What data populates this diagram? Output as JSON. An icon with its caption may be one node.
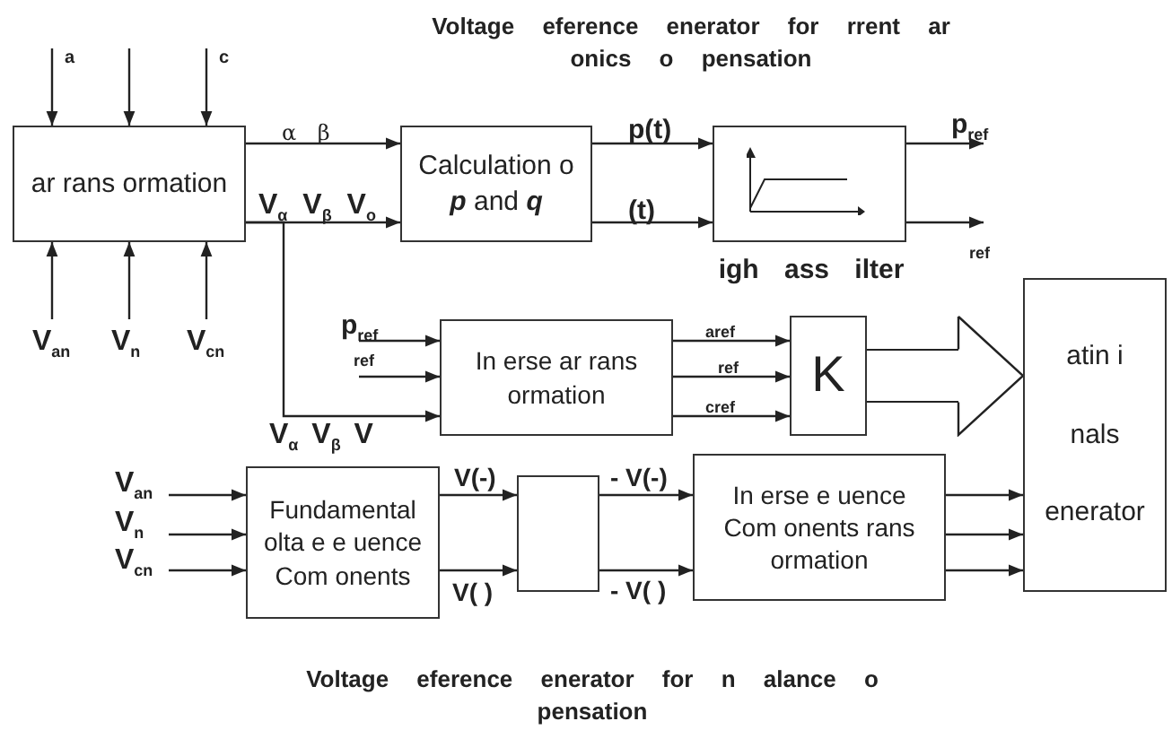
{
  "diagram": {
    "title": "Voltage eference enerator for rrent ar onics o pensation",
    "caption": "Voltage eference enerator for n alance o pensation",
    "nodes": [
      {
        "text": [
          "ar rans ormation"
        ]
      },
      {
        "text": [
          "Calculation o *p* and *q*"
        ]
      },
      {
        "text": [
          "igh ass ilter"
        ]
      },
      {
        "text": [
          "In erse ar rans ormation"
        ]
      },
      {
        "text": [
          "K"
        ]
      },
      {
        "text": [
          "atin i nals enerator"
        ]
      },
      {
        "text": [
          "Fundamental olta e e uence Com onents"
        ]
      },
      {
        "text": [],
        "shape": "box"
      },
      {
        "text": [
          "In erse e uence Com onents rans ormation"
        ]
      }
    ],
    "edges": [
      {
        "from": null,
        "to": 0,
        "arrow": "to",
        "label": "a"
      },
      {
        "from": null,
        "to": 0,
        "arrow": "to"
      },
      {
        "from": null,
        "to": 0,
        "arrow": "to",
        "label": "c"
      },
      {
        "from": null,
        "to": 0,
        "arrow": "to",
        "label": "V$_{an}$"
      },
      {
        "from": null,
        "to": 0,
        "arrow": "to",
        "label": "V$_{n}$"
      },
      {
        "from": null,
        "to": 0,
        "arrow": "to",
        "label": "V$_{cn}$"
      },
      {
        "from": 0,
        "to": 1,
        "arrow": "to",
        "label": "α β"
      },
      {
        "from": 0,
        "to": 1,
        "arrow": "to",
        "label": "V$_{α}$ V$_{β}$ V$_{o}$"
      },
      {
        "from": 1,
        "to": 2,
        "arrow": "to",
        "label": "p(t)"
      },
      {
        "from": 1,
        "to": 2,
        "arrow": "to",
        "label": "(t)"
      },
      {
        "from": 2,
        "to": null,
        "arrow": "to",
        "label": "p$_{ref}$"
      },
      {
        "from": 2,
        "to": null,
        "arrow": "to",
        "label": "ref"
      },
      {
        "from": null,
        "to": 3,
        "arrow": "to",
        "label": "p$_{ref}$"
      },
      {
        "from": null,
        "to": 3,
        "arrow": "to",
        "label": "ref"
      },
      {
        "from": 0,
        "to": 3,
        "arrow": "to"
      },
      {
        "from": 3,
        "to": 4,
        "arrow": "to",
        "label": "aref"
      },
      {
        "from": 3,
        "to": 4,
        "arrow": "to",
        "label": "ref"
      },
      {
        "from": 3,
        "to": 4,
        "arrow": "to",
        "label": "cref"
      },
      {
        "from": 4,
        "to": 5,
        "arrow": "to",
        "style": "thick"
      },
      {
        "from": null,
        "to": 6,
        "arrow": "to",
        "label": "V$_{an}$"
      },
      {
        "from": null,
        "to": 6,
        "arrow": "to",
        "label": "V$_{n}$"
      },
      {
        "from": null,
        "to": 6,
        "arrow": "to",
        "label": "V$_{cn}$"
      },
      {
        "from": 6,
        "to": 7,
        "arrow": "to",
        "label": "V(-)"
      },
      {
        "from": 6,
        "to": 7,
        "arrow": "to",
        "label": "V( )"
      },
      {
        "from": 7,
        "to": 8,
        "arrow": "to",
        "label": "- V(-)"
      },
      {
        "from": 7,
        "to": 8,
        "arrow": "to",
        "label": "- V( )"
      },
      {
        "from": 8,
        "to": 5,
        "arrow": "to"
      },
      {
        "from": 8,
        "to": 5,
        "arrow": "to"
      },
      {
        "from": 8,
        "to": 5,
        "arrow": "to"
      }
    ],
    "labels": [
      "V$_{α}$ V$_{β}$ V"
    ]
  }
}
